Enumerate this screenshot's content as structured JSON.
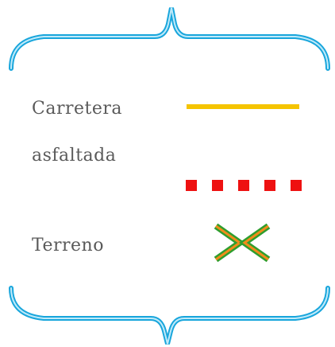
{
  "legend": {
    "items": [
      {
        "label": "Carretera",
        "symbol": "solid-yellow-line",
        "color": "#f5c400"
      },
      {
        "label": "asfaltada",
        "symbol": "dashed-red-line",
        "color": "#ee1111"
      },
      {
        "label": "Terreno",
        "symbol": "green-orange-cross",
        "colors": [
          "#2e9e2e",
          "#f08c1a"
        ]
      }
    ],
    "brace_color": "#19a6dc"
  }
}
